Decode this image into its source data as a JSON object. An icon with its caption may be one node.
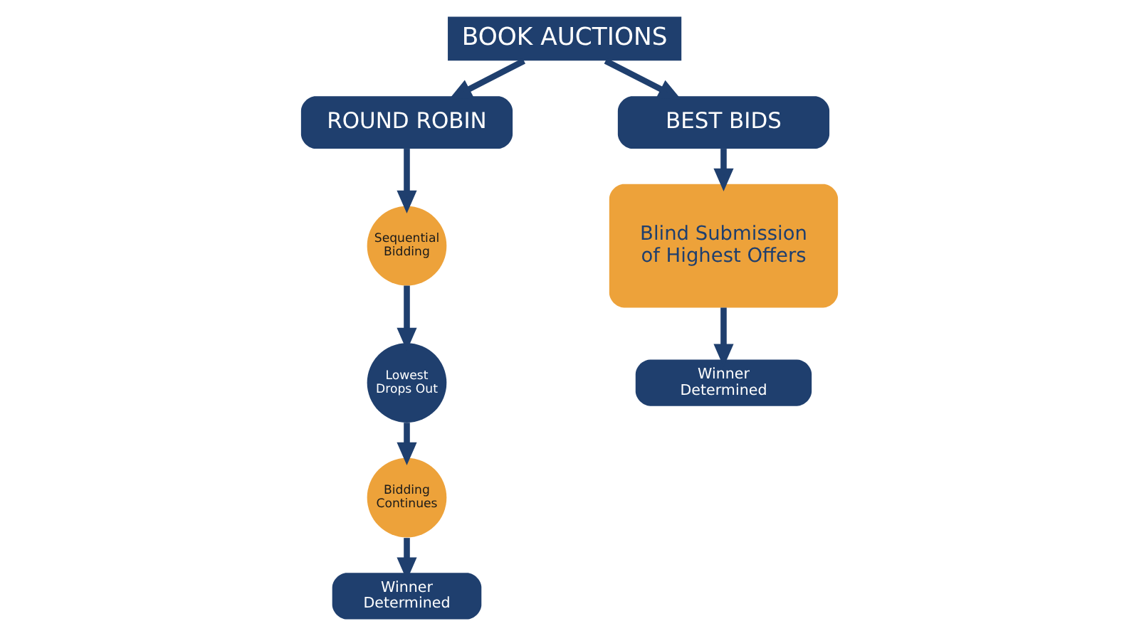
{
  "diagram": {
    "nodes": [
      {
        "text": [
          "BOOK AUCTIONS"
        ]
      },
      {
        "text": [
          "ROUND ROBIN"
        ]
      },
      {
        "text": [
          "BEST BIDS"
        ]
      },
      {
        "text": [
          "Sequential Bidding"
        ]
      },
      {
        "text": [
          "Lowest Drops Out"
        ]
      },
      {
        "text": [
          "Bidding Continues"
        ]
      },
      {
        "text": [
          "Winner Determined"
        ]
      },
      {
        "text": [
          "Blind Submission of Highest Offers"
        ]
      },
      {
        "text": [
          "Winner Determined"
        ]
      }
    ],
    "edges": [
      {
        "from": 0,
        "to": 1,
        "arrow": "to"
      },
      {
        "from": 0,
        "to": 2,
        "arrow": "to"
      },
      {
        "from": 1,
        "to": 3,
        "arrow": "to"
      },
      {
        "from": 3,
        "to": 4,
        "arrow": "to"
      },
      {
        "from": 4,
        "to": 5,
        "arrow": "to"
      },
      {
        "from": 5,
        "to": 6,
        "arrow": "to"
      },
      {
        "from": 2,
        "to": 7,
        "arrow": "to"
      },
      {
        "from": 7,
        "to": 8,
        "arrow": "to"
      }
    ]
  }
}
